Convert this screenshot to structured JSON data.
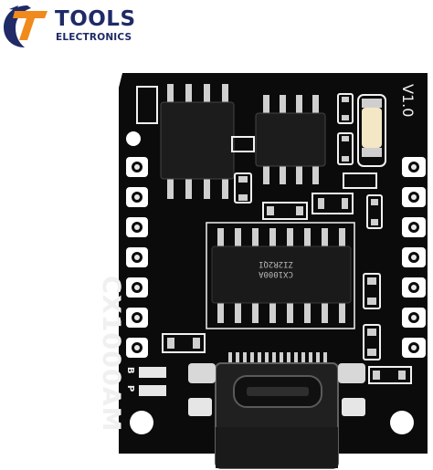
{
  "logo": {
    "brand_line1": "TOOLS",
    "brand_line2": "ELECTRONICS",
    "colors": {
      "navy": "#1f2a66",
      "orange": "#f08a1c"
    }
  },
  "board": {
    "model_label": "CX1000AM",
    "version_label": "V1.0",
    "chip_marking_line1": "CX1000A",
    "chip_marking_line2": "ZI2R2QI",
    "pin_label_1": "B",
    "pin_label_2": "P",
    "colors": {
      "pcb": "#0b0b0b",
      "silkscreen": "#f2f2f2",
      "solder": "#c9c9c9",
      "led": "#f4e7c6"
    }
  }
}
